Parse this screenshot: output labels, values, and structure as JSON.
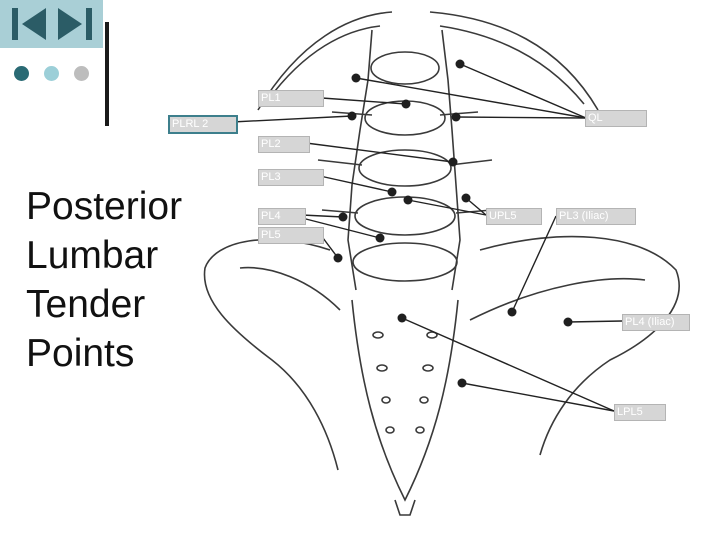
{
  "slide": {
    "title_lines": [
      "Posterior",
      "Lumbar",
      "Tender",
      "Points"
    ]
  },
  "nav": {
    "icons": [
      "previous-arrow-icon",
      "next-arrow-icon"
    ],
    "dot_colors": [
      "#2a6a74",
      "#9ccfd8",
      "#bdbdbd"
    ]
  },
  "labels": {
    "pl1": "PL1",
    "plrl2": "PLRL 2",
    "ql": "QL",
    "pl2": "PL2",
    "pl3": "PL3",
    "pl4": "PL4",
    "pl5": "PL5",
    "upl5": "UPL5",
    "pl3_iliac": "PL3 (Iliac)",
    "pl4_iliac": "PL4 (Iliac)",
    "lpl5": "LPL5"
  },
  "colors": {
    "nav_box": "#a9cfd6",
    "accent": "#3d7f8c",
    "label_fill": "#d6d6d6",
    "line": "#222222"
  }
}
